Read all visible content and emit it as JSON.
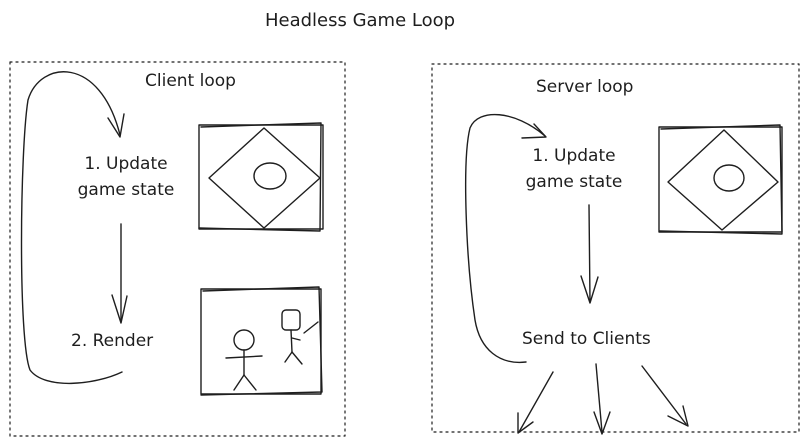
{
  "title": "Headless Game Loop",
  "client": {
    "label": "Client loop",
    "step1_line1": "1. Update",
    "step1_line2": "game state",
    "step2": "2. Render"
  },
  "server": {
    "label": "Server loop",
    "step1_line1": "1. Update",
    "step1_line2": "game state",
    "send": "Send to Clients"
  },
  "colors": {
    "stroke": "#1e1e1e",
    "background": "#ffffff"
  }
}
